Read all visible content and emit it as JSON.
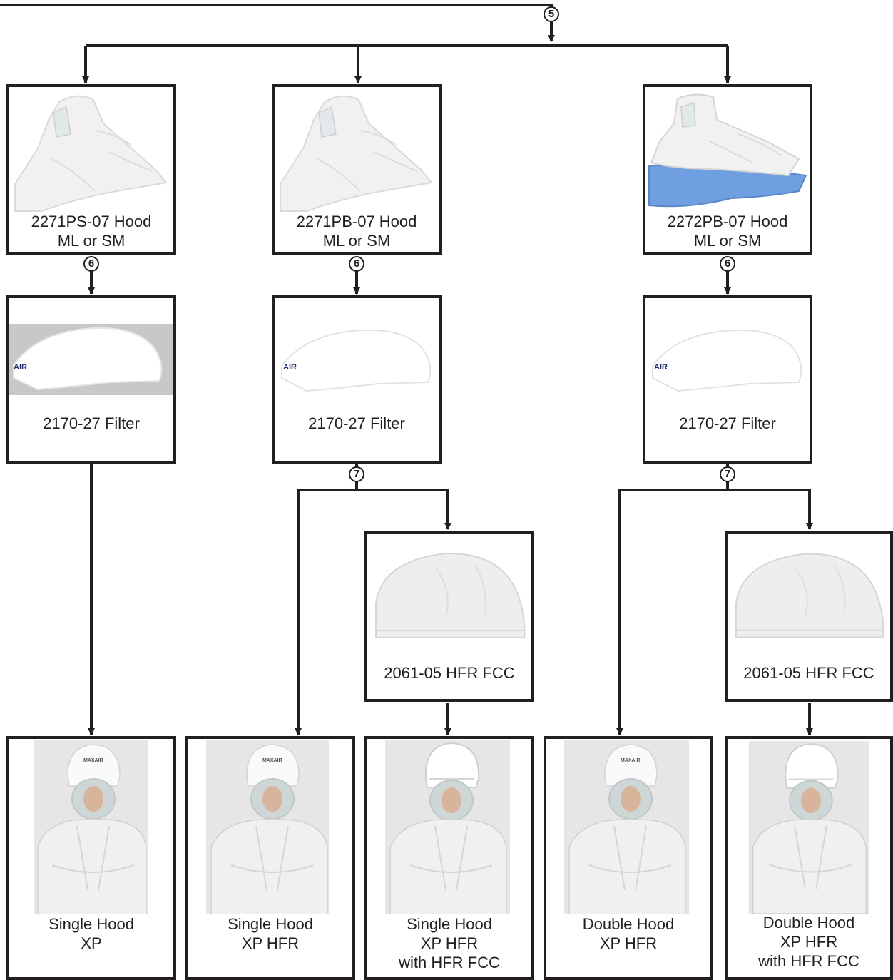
{
  "step_badges": {
    "five": "5",
    "six": "6",
    "seven": "7"
  },
  "hoods": [
    {
      "part": "2271PS-07 Hood",
      "sizes": "ML or SM"
    },
    {
      "part": "2271PB-07 Hood",
      "sizes": "ML or SM"
    },
    {
      "part": "2272PB-07 Hood",
      "sizes": "ML or SM"
    }
  ],
  "filter": {
    "label": "2170-27 Filter",
    "brand_mark": "AIR"
  },
  "cover": {
    "label": "2061-05 HFR FCC"
  },
  "configurations": [
    {
      "line1": "Single Hood",
      "line2": "XP",
      "line3": ""
    },
    {
      "line1": "Single Hood",
      "line2": "XP HFR",
      "line3": ""
    },
    {
      "line1": "Single Hood",
      "line2": "XP HFR",
      "line3": "with HFR FCC"
    },
    {
      "line1": "Double Hood",
      "line2": "XP HFR",
      "line3": ""
    },
    {
      "line1": "Double Hood",
      "line2": "XP HFR",
      "line3": "with HFR FCC"
    }
  ],
  "photo_logo": "MAXAIR",
  "colors": {
    "line": "#231f20",
    "hood_white": "#f1f1f1",
    "inner_hood_blue": "#6f9fe0",
    "photo_background": "#e6e6e6"
  }
}
